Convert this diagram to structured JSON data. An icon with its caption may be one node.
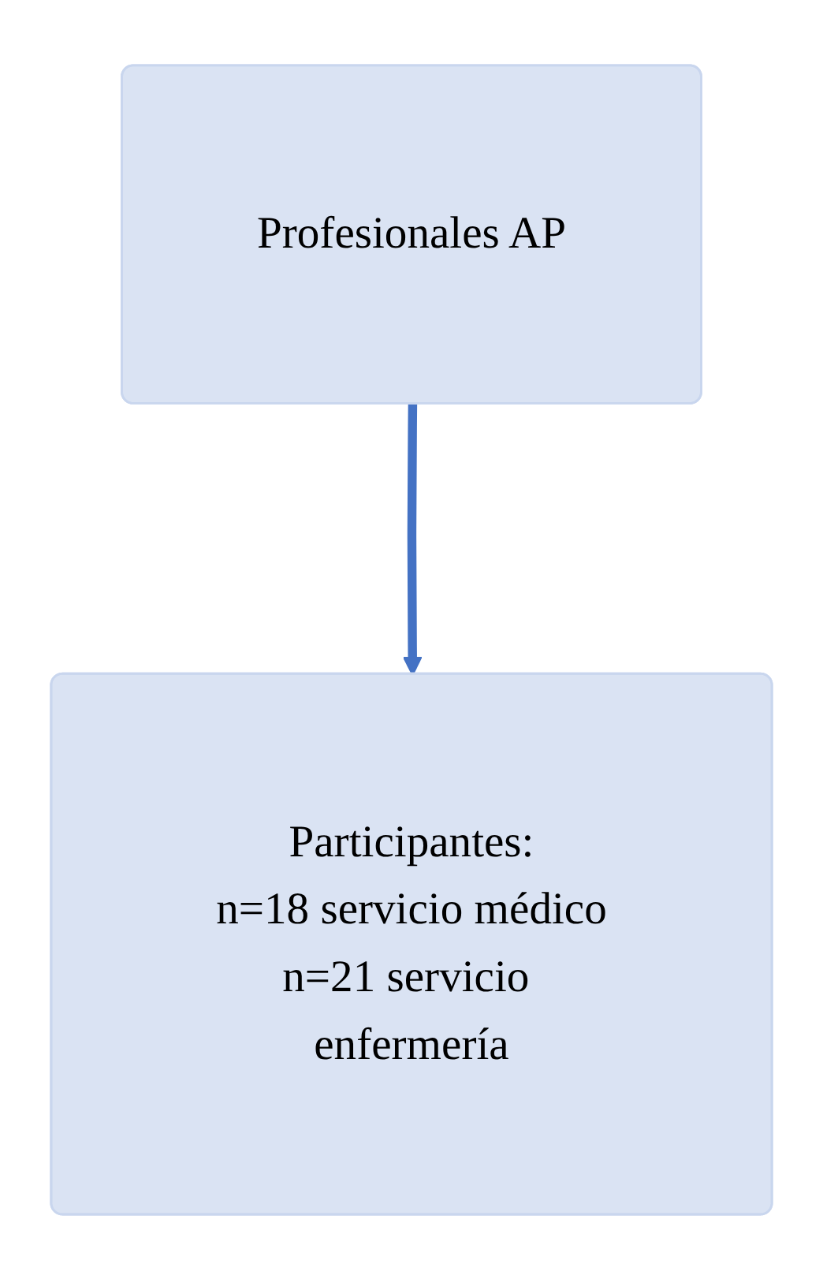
{
  "diagram": {
    "nodes": [
      {
        "text": [
          "Profesionales AP"
        ]
      },
      {
        "text": [
          "Participantes:",
          "n=18 servicio médico",
          "n=21 servicio enfermería"
        ]
      }
    ],
    "edges": [
      {
        "from": 0,
        "to": 1,
        "arrow": "to",
        "color": "#4472c4"
      }
    ]
  }
}
